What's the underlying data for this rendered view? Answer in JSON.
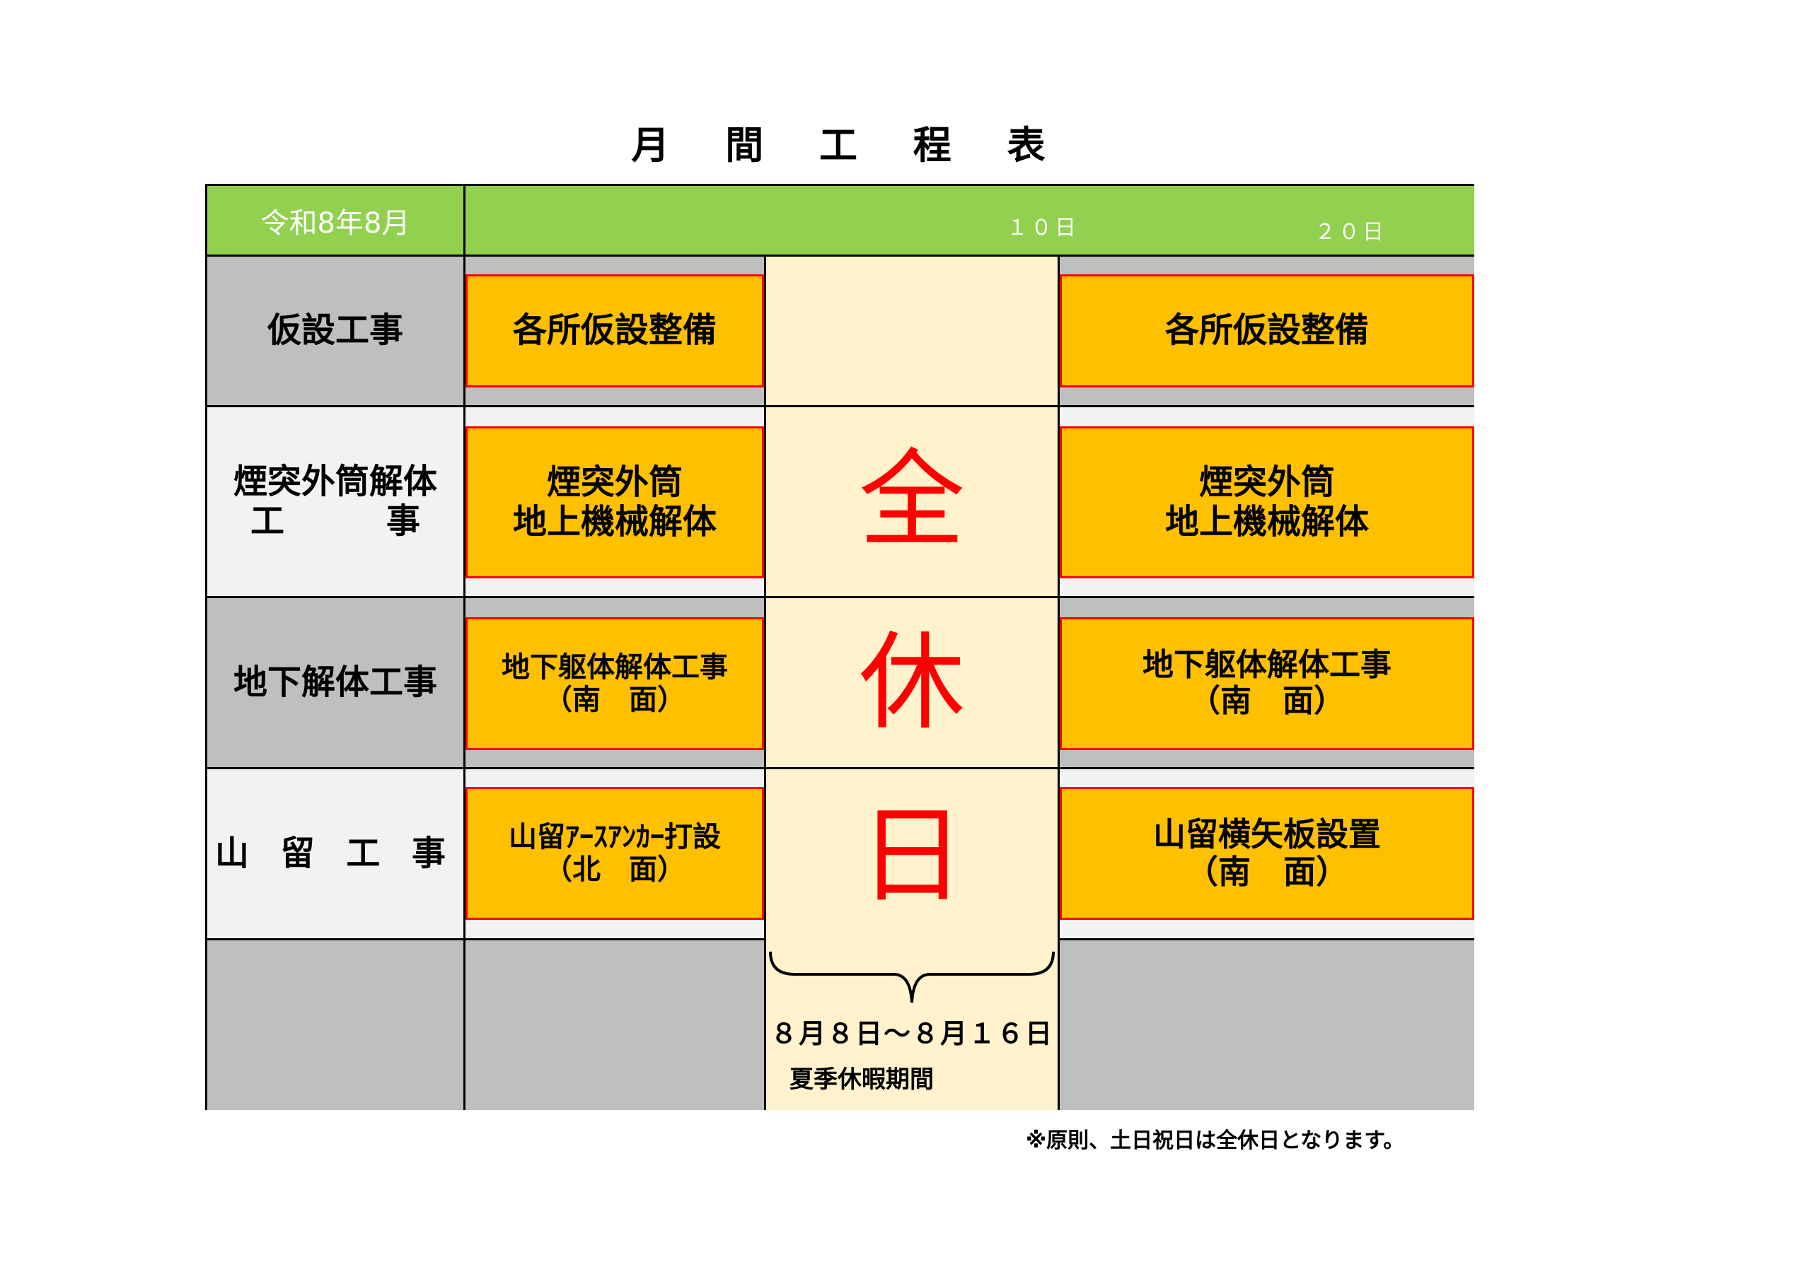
{
  "title": "月 間 工 程 表",
  "header": {
    "period": "令和8年8月",
    "day10": "１０日",
    "day20": "２０日"
  },
  "rows": [
    {
      "label": [
        "仮設工事"
      ],
      "left": [
        "各所仮設整備"
      ],
      "right": [
        "各所仮設整備"
      ]
    },
    {
      "label": [
        "煙突外筒解体",
        "工　　　事"
      ],
      "left": [
        "煙突外筒",
        "地上機械解体"
      ],
      "right": [
        "煙突外筒",
        "地上機械解体"
      ]
    },
    {
      "label": [
        "地下解体工事"
      ],
      "left": [
        "地下躯体解体工事",
        "（南　面）"
      ],
      "right": [
        "地下躯体解体工事",
        "（南　面）"
      ]
    },
    {
      "label": [
        "山 留 工 事"
      ],
      "left": [
        "山留ｱｰｽｱﾝｶｰ打設",
        "（北　面）"
      ],
      "right": [
        "山留横矢板設置",
        "（南　面）"
      ]
    }
  ],
  "holiday": {
    "chars": [
      "全",
      "休",
      "日"
    ],
    "range": "８月８日～８月１６日",
    "caption": "夏季休暇期間"
  },
  "note": "※原則、土日祝日は全休日となります。",
  "colors": {
    "header_green": "#92d050",
    "task_orange": "#ffc000",
    "task_border": "#ff0000",
    "holiday_bg": "#fff2cc",
    "gray": "#bfbfbf",
    "light_gray": "#f2f2f2",
    "holiday_text": "#ff0000"
  }
}
